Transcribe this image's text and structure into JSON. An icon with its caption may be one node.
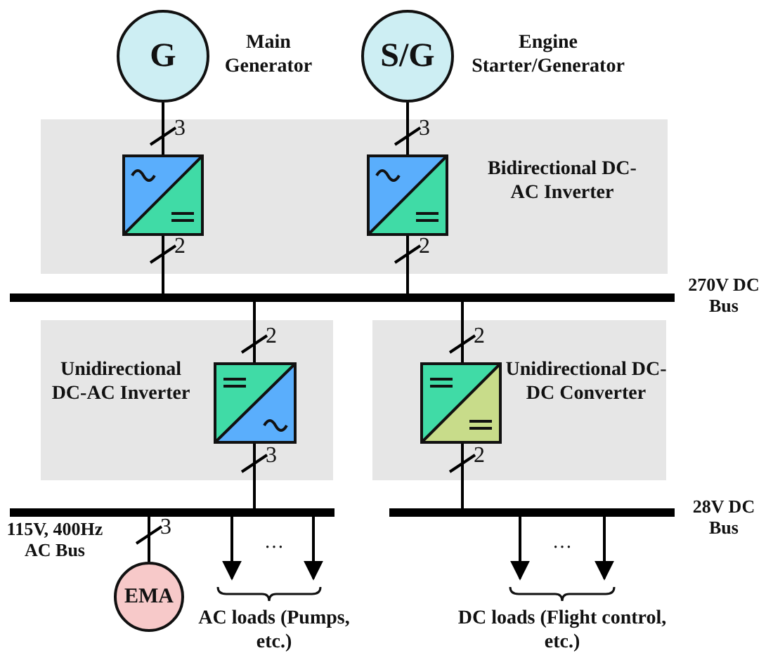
{
  "diagram": {
    "nodes": [
      {
        "text": [
          "G"
        ],
        "beside": [
          "Main Generator"
        ]
      },
      {
        "text": [
          "S/G"
        ],
        "beside": [
          "Engine Starter/Generator"
        ]
      },
      {
        "text": [
          "Bidirectional DC-AC Inverter"
        ]
      },
      {
        "text": [],
        "shape": "box",
        "in": 2
      },
      {
        "text": [],
        "shape": "box",
        "in": 2
      },
      {
        "text": [],
        "shape": "bar",
        "beside": [
          "270V DC Bus"
        ]
      },
      {
        "text": [
          "Unidirectional DC-AC Inverter"
        ]
      },
      {
        "text": [],
        "shape": "box",
        "in": 6
      },
      {
        "text": [
          "Unidirectional DC-DC Converter"
        ]
      },
      {
        "text": [],
        "shape": "box",
        "in": 8
      },
      {
        "text": [],
        "shape": "bar",
        "beside": [
          "115V, 400Hz AC Bus"
        ]
      },
      {
        "text": [],
        "shape": "bar",
        "beside": [
          "28V DC Bus"
        ]
      },
      {
        "text": [
          "EMA"
        ]
      }
    ],
    "edges": [
      {
        "from": 0,
        "to": 3,
        "arrow": "none",
        "label": "3"
      },
      {
        "from": 1,
        "to": 4,
        "arrow": "none",
        "label": "3"
      },
      {
        "from": 3,
        "to": 5,
        "arrow": "none",
        "label": "2"
      },
      {
        "from": 4,
        "to": 5,
        "arrow": "none",
        "label": "2"
      },
      {
        "from": 5,
        "to": 7,
        "arrow": "none",
        "label": "2"
      },
      {
        "from": 5,
        "to": 9,
        "arrow": "none",
        "label": "2"
      },
      {
        "from": 7,
        "to": 10,
        "arrow": "none",
        "label": "3"
      },
      {
        "from": 9,
        "to": 11,
        "arrow": "none",
        "label": "2"
      },
      {
        "from": 10,
        "to": 12,
        "arrow": "none",
        "label": "3"
      },
      {
        "from": 10,
        "to": null,
        "arrow": "to"
      },
      {
        "from": 10,
        "to": null,
        "arrow": "to"
      },
      {
        "from": 11,
        "to": null,
        "arrow": "to"
      },
      {
        "from": 11,
        "to": null,
        "arrow": "to"
      }
    ],
    "labels": [
      "…",
      "AC loads (Pumps, etc.)",
      "…",
      "DC loads (Flight control, etc.)"
    ]
  }
}
